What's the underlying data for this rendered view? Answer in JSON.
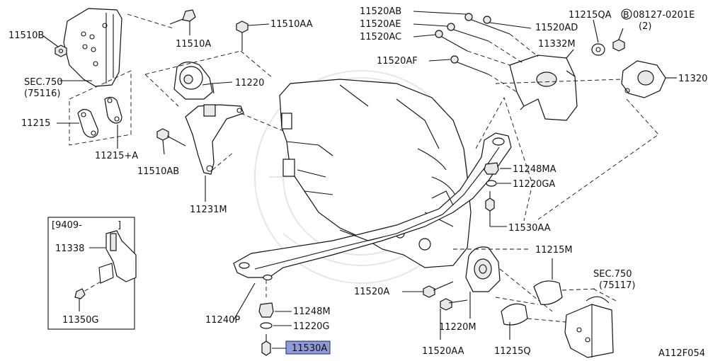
{
  "labels": {
    "p11510B": "11510B",
    "sec750_left": "SEC.750",
    "sec750_left_sub": "(75116)",
    "p11215": "11215",
    "p11215A": "11215+A",
    "p11510A": "11510A",
    "p11510AA": "11510AA",
    "p11220": "11220",
    "p11510AB": "11510AB",
    "p11231M": "11231M",
    "p11520AB": "11520AB",
    "p11520AE": "11520AE",
    "p11520AC": "11520AC",
    "p11520AF": "11520AF",
    "p11520AD": "11520AD",
    "p11332M": "11332M",
    "p11215QA": "11215QA",
    "bolt_code": "08127-0201E",
    "bolt_code_circle": "B",
    "bolt_qty": "(2)",
    "p11320": "11320",
    "p11248MA": "11248MA",
    "p11220GA": "11220GA",
    "p11530AA": "11530AA",
    "p11215M": "11215M",
    "sec750_right": "SEC.750",
    "sec750_right_sub": "(75117)",
    "p11520A": "11520A",
    "p11220M": "11220M",
    "p11520AA": "11520AA",
    "p11215Q": "11215Q",
    "p11240P": "11240P",
    "p11248M": "11248M",
    "p11220G": "11220G",
    "p11530A": "11530A",
    "inset_date": "[9409-",
    "inset_close": "]",
    "p11338": "11338",
    "p11350G": "11350G",
    "figure_id": "A112F054"
  },
  "colors": {
    "line": "#111111",
    "highlight_fill": "#8f9bd6",
    "highlight_border": "#1a237e",
    "watermark": "#e6e6e6"
  }
}
